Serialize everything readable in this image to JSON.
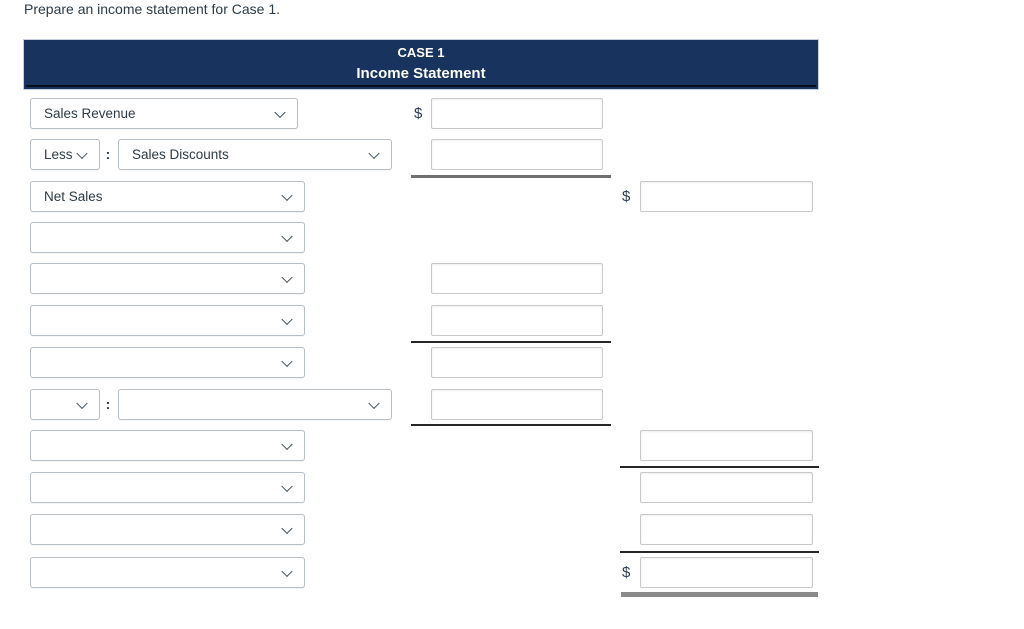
{
  "instruction": "Prepare an income statement for Case 1.",
  "header": {
    "case_title": "CASE 1",
    "statement_title": "Income Statement"
  },
  "colors": {
    "header_bg": "#17335e",
    "header_text": "#ffffff",
    "single_rule": "#262626",
    "total_rule": "#8a8a8a",
    "text": "#2d3b45"
  },
  "rows": [
    {
      "left": {
        "type": "select",
        "value": "Sales Revenue"
      },
      "middle": {
        "dollar": "$",
        "value": ""
      }
    },
    {
      "left": {
        "type": "select-pair",
        "prefix": "Less",
        "separator": ":",
        "value": "Sales Discounts"
      },
      "middle": {
        "value": "",
        "rule_below": "single"
      }
    },
    {
      "left": {
        "type": "select",
        "value": "Net Sales"
      },
      "right": {
        "dollar": "$",
        "value": ""
      }
    },
    {
      "left": {
        "type": "select",
        "value": ""
      }
    },
    {
      "left": {
        "type": "select",
        "value": ""
      },
      "middle": {
        "value": ""
      }
    },
    {
      "left": {
        "type": "select",
        "value": ""
      },
      "middle": {
        "value": "",
        "rule_below": "single"
      }
    },
    {
      "left": {
        "type": "select",
        "value": ""
      },
      "middle": {
        "value": ""
      }
    },
    {
      "left": {
        "type": "select-pair",
        "prefix": "",
        "separator": ":",
        "value": ""
      },
      "middle": {
        "value": "",
        "rule_below": "single"
      }
    },
    {
      "left": {
        "type": "select",
        "value": ""
      },
      "right": {
        "value": "",
        "rule_below": "single"
      }
    },
    {
      "left": {
        "type": "select",
        "value": ""
      },
      "right": {
        "value": ""
      }
    },
    {
      "left": {
        "type": "select",
        "value": ""
      },
      "right": {
        "value": "",
        "rule_below": "single"
      }
    },
    {
      "left": {
        "type": "select",
        "value": ""
      },
      "right": {
        "dollar": "$",
        "value": "",
        "rule_below": "double-total"
      }
    }
  ]
}
